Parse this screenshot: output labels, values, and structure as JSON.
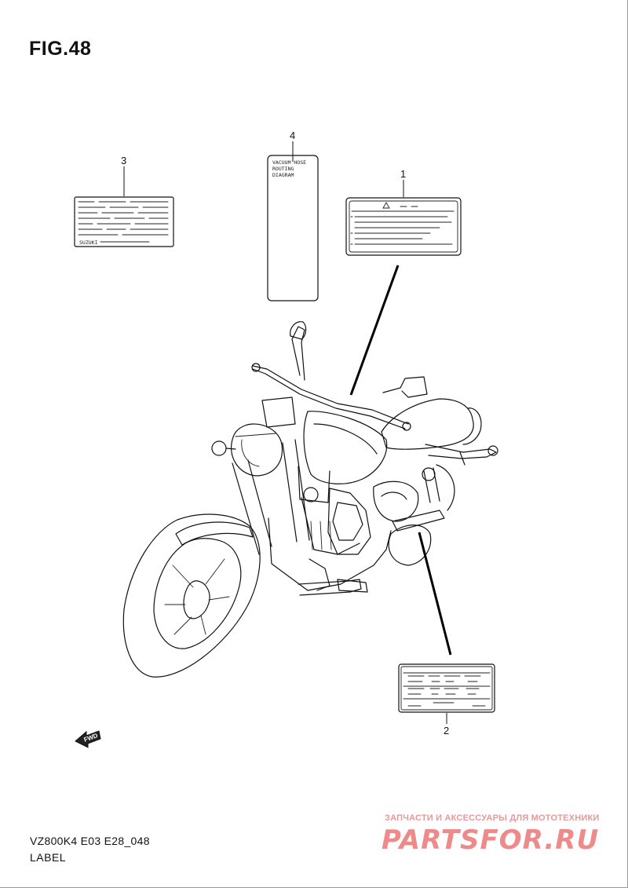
{
  "figure_title": "FIG.48",
  "footer": {
    "model_code": "VZ800K4 E03 E28_048",
    "section": "LABEL"
  },
  "watermark": {
    "tagline": "ЗАПЧАСТИ И АКСЕССУАРЫ ДЛЯ МОТОТЕХНИКИ",
    "logo_text": "PARTSFOR.RU",
    "color": "#ee8a8a"
  },
  "callouts": [
    {
      "id": "1",
      "label": "1"
    },
    {
      "id": "2",
      "label": "2"
    },
    {
      "id": "3",
      "label": "3"
    },
    {
      "id": "4",
      "label": "4"
    }
  ],
  "label3": {
    "brand_text": "SUZUKI"
  },
  "label4": {
    "lines": [
      "VACUUM HOSE",
      "ROUTING",
      "DIAGRAM"
    ]
  },
  "fwd_arrow": {
    "text": "FWD"
  }
}
